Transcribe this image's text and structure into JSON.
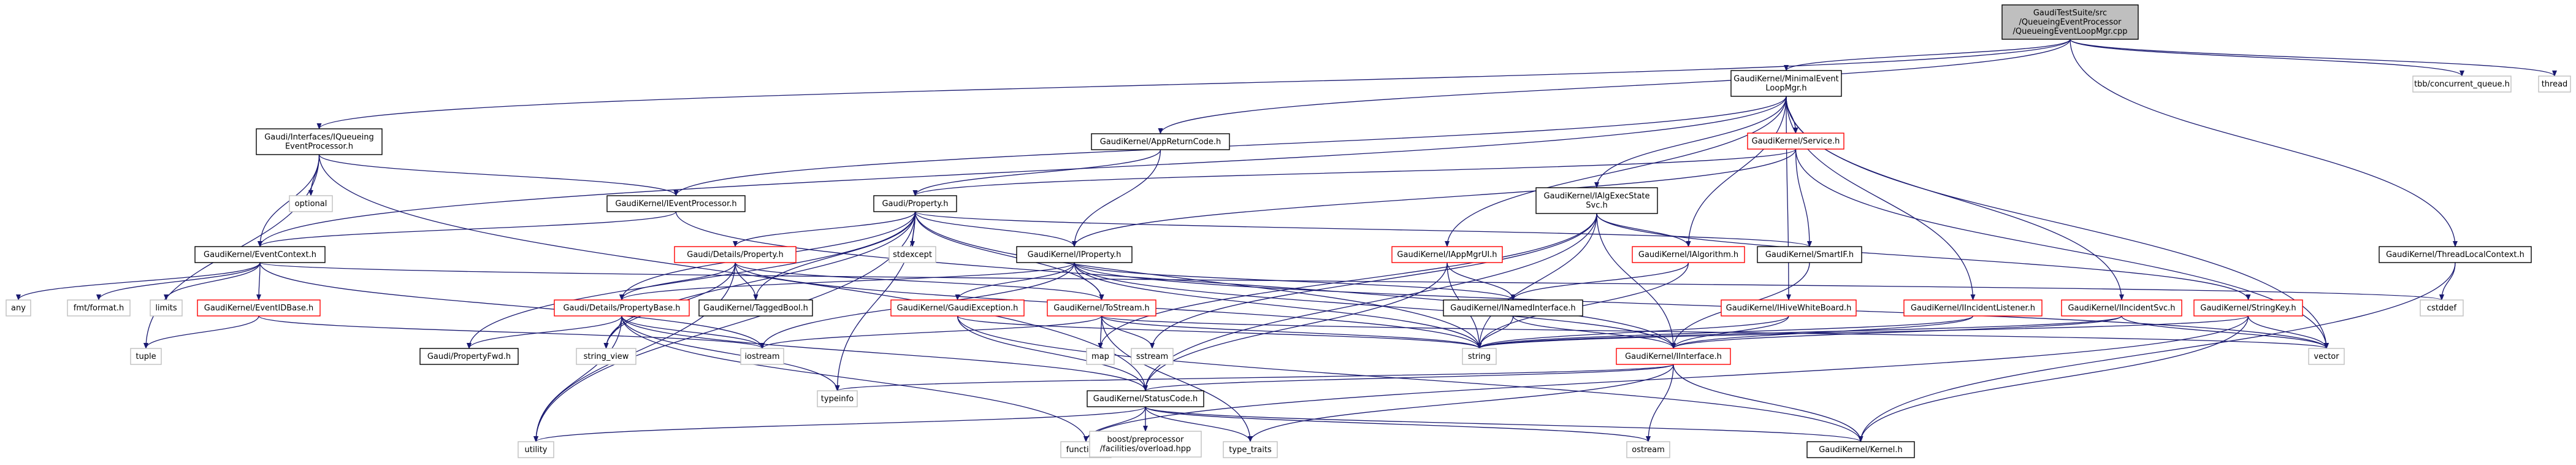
{
  "graph": {
    "colors": {
      "edge": "#191970",
      "root_fill": "#bfbfbf",
      "root_border": "#000000",
      "normal_border": "#000000",
      "truncated_border": "#ff0000",
      "leaf_border": "#bfbfbf",
      "text": "#000000"
    },
    "nodes": [
      {
        "id": "root",
        "kind": "root",
        "lines": [
          "GaudiTestSuite/src",
          "/QueueingEventProcessor",
          "/QueueingEventLoopMgr.cpp"
        ]
      },
      {
        "id": "iqueueing",
        "kind": "normal",
        "lines": [
          "Gaudi/Interfaces/IQueueing",
          "EventProcessor.h"
        ]
      },
      {
        "id": "appreturncode",
        "kind": "normal",
        "lines": [
          "GaudiKernel/AppReturnCode.h"
        ]
      },
      {
        "id": "minimaleventloop",
        "kind": "normal",
        "lines": [
          "GaudiKernel/MinimalEvent",
          "LoopMgr.h"
        ]
      },
      {
        "id": "tbbqueue",
        "kind": "leaf",
        "lines": [
          "tbb/concurrent_queue.h"
        ]
      },
      {
        "id": "thread",
        "kind": "leaf",
        "lines": [
          "thread"
        ]
      },
      {
        "id": "optional",
        "kind": "leaf",
        "lines": [
          "optional"
        ]
      },
      {
        "id": "ieventprocessor",
        "kind": "normal",
        "lines": [
          "GaudiKernel/IEventProcessor.h"
        ]
      },
      {
        "id": "service",
        "kind": "truncated",
        "lines": [
          "GaudiKernel/Service.h"
        ]
      },
      {
        "id": "property",
        "kind": "normal",
        "lines": [
          "Gaudi/Property.h"
        ]
      },
      {
        "id": "ialgexecstate",
        "kind": "normal",
        "lines": [
          "GaudiKernel/IAlgExecState",
          "Svc.h"
        ]
      },
      {
        "id": "threadlocal",
        "kind": "normal",
        "lines": [
          "GaudiKernel/ThreadLocalContext.h"
        ]
      },
      {
        "id": "eventcontext",
        "kind": "normal",
        "lines": [
          "GaudiKernel/EventContext.h"
        ]
      },
      {
        "id": "detailsproperty",
        "kind": "truncated",
        "lines": [
          "Gaudi/Details/Property.h"
        ]
      },
      {
        "id": "stdexcept",
        "kind": "leaf",
        "lines": [
          "stdexcept"
        ]
      },
      {
        "id": "iproperty",
        "kind": "normal",
        "lines": [
          "GaudiKernel/IProperty.h"
        ]
      },
      {
        "id": "iappmgrui",
        "kind": "truncated",
        "lines": [
          "GaudiKernel/IAppMgrUI.h"
        ]
      },
      {
        "id": "ialgorithm",
        "kind": "truncated",
        "lines": [
          "GaudiKernel/IAlgorithm.h"
        ]
      },
      {
        "id": "smartif",
        "kind": "normal",
        "lines": [
          "GaudiKernel/SmartIF.h"
        ]
      },
      {
        "id": "any",
        "kind": "leaf",
        "lines": [
          "any"
        ]
      },
      {
        "id": "fmtformat",
        "kind": "leaf",
        "lines": [
          "fmt/format.h"
        ]
      },
      {
        "id": "limits",
        "kind": "leaf",
        "lines": [
          "limits"
        ]
      },
      {
        "id": "ieventobase",
        "kind": "truncated",
        "lines": [
          "GaudiKernel/EventIDBase.h"
        ]
      },
      {
        "id": "propertybase",
        "kind": "truncated",
        "lines": [
          "Gaudi/Details/PropertyBase.h"
        ]
      },
      {
        "id": "taggedbool",
        "kind": "normal",
        "lines": [
          "GaudiKernel/TaggedBool.h"
        ]
      },
      {
        "id": "gaudiexception",
        "kind": "truncated",
        "lines": [
          "GaudiKernel/GaudiException.h"
        ]
      },
      {
        "id": "tostream",
        "kind": "truncated",
        "lines": [
          "GaudiKernel/ToStream.h"
        ]
      },
      {
        "id": "inamedinterface",
        "kind": "normal",
        "lines": [
          "GaudiKernel/INamedInterface.h"
        ]
      },
      {
        "id": "ihivewhiteboard",
        "kind": "truncated",
        "lines": [
          "GaudiKernel/IHiveWhiteBoard.h"
        ]
      },
      {
        "id": "iincidentlistener",
        "kind": "truncated",
        "lines": [
          "GaudiKernel/IIncidentListener.h"
        ]
      },
      {
        "id": "iincidentsvc",
        "kind": "truncated",
        "lines": [
          "GaudiKernel/IIncidentSvc.h"
        ]
      },
      {
        "id": "stringkey",
        "kind": "truncated",
        "lines": [
          "GaudiKernel/StringKey.h"
        ]
      },
      {
        "id": "cstddef",
        "kind": "leaf",
        "lines": [
          "cstddef"
        ]
      },
      {
        "id": "tuple",
        "kind": "leaf",
        "lines": [
          "tuple"
        ]
      },
      {
        "id": "propertyfwd",
        "kind": "normal",
        "lines": [
          "Gaudi/PropertyFwd.h"
        ]
      },
      {
        "id": "stringview",
        "kind": "leaf",
        "lines": [
          "string_view"
        ]
      },
      {
        "id": "iostream",
        "kind": "leaf",
        "lines": [
          "iostream"
        ]
      },
      {
        "id": "map",
        "kind": "leaf",
        "lines": [
          "map"
        ]
      },
      {
        "id": "sstream",
        "kind": "leaf",
        "lines": [
          "sstream"
        ]
      },
      {
        "id": "string",
        "kind": "leaf",
        "lines": [
          "string"
        ]
      },
      {
        "id": "iinterface",
        "kind": "truncated",
        "lines": [
          "GaudiKernel/IInterface.h"
        ]
      },
      {
        "id": "vector",
        "kind": "leaf",
        "lines": [
          "vector"
        ]
      },
      {
        "id": "typeinfo",
        "kind": "leaf",
        "lines": [
          "typeinfo"
        ]
      },
      {
        "id": "statuscode",
        "kind": "normal",
        "lines": [
          "GaudiKernel/StatusCode.h"
        ]
      },
      {
        "id": "utility",
        "kind": "leaf",
        "lines": [
          "utility"
        ]
      },
      {
        "id": "functional",
        "kind": "leaf",
        "lines": [
          "functional"
        ]
      },
      {
        "id": "boostpp",
        "kind": "leaf",
        "lines": [
          "boost/preprocessor",
          "/facilities/overload.hpp"
        ]
      },
      {
        "id": "typetraits",
        "kind": "leaf",
        "lines": [
          "type_traits"
        ]
      },
      {
        "id": "ostream",
        "kind": "leaf",
        "lines": [
          "ostream"
        ]
      },
      {
        "id": "kernel",
        "kind": "normal",
        "lines": [
          "GaudiKernel/Kernel.h"
        ]
      }
    ],
    "edges": [
      [
        "root",
        "iqueueing"
      ],
      [
        "root",
        "appreturncode"
      ],
      [
        "root",
        "minimaleventloop"
      ],
      [
        "root",
        "tbbqueue"
      ],
      [
        "root",
        "thread"
      ],
      [
        "root",
        "threadlocal"
      ],
      [
        "iqueueing",
        "optional"
      ],
      [
        "iqueueing",
        "ieventprocessor"
      ],
      [
        "iqueueing",
        "eventcontext"
      ],
      [
        "iqueueing",
        "statuscode"
      ],
      [
        "iqueueing",
        "tuple"
      ],
      [
        "appreturncode",
        "property"
      ],
      [
        "appreturncode",
        "iproperty"
      ],
      [
        "minimaleventloop",
        "ieventprocessor"
      ],
      [
        "minimaleventloop",
        "service"
      ],
      [
        "minimaleventloop",
        "eventcontext"
      ],
      [
        "minimaleventloop",
        "ialgexecstate"
      ],
      [
        "minimaleventloop",
        "iappmgrui"
      ],
      [
        "minimaleventloop",
        "ialgorithm"
      ],
      [
        "minimaleventloop",
        "ihivewhiteboard"
      ],
      [
        "minimaleventloop",
        "iincidentlistener"
      ],
      [
        "minimaleventloop",
        "iincidentsvc"
      ],
      [
        "minimaleventloop",
        "vector"
      ],
      [
        "ieventprocessor",
        "eventcontext"
      ],
      [
        "ieventprocessor",
        "iinterface"
      ],
      [
        "service",
        "property"
      ],
      [
        "service",
        "iproperty"
      ],
      [
        "service",
        "smartif"
      ],
      [
        "service",
        "vector"
      ],
      [
        "property",
        "detailsproperty"
      ],
      [
        "property",
        "propertybase"
      ],
      [
        "property",
        "propertyfwd"
      ],
      [
        "property",
        "taggedbool"
      ],
      [
        "property",
        "stdexcept"
      ],
      [
        "property",
        "tostream"
      ],
      [
        "property",
        "iproperty"
      ],
      [
        "property",
        "string"
      ],
      [
        "property",
        "stringview"
      ],
      [
        "property",
        "typeinfo"
      ],
      [
        "property",
        "utility"
      ],
      [
        "property",
        "smartif"
      ],
      [
        "ialgexecstate",
        "ialgorithm"
      ],
      [
        "ialgexecstate",
        "statuscode"
      ],
      [
        "ialgexecstate",
        "iinterface"
      ],
      [
        "ialgexecstate",
        "stringkey"
      ],
      [
        "ialgexecstate",
        "string"
      ],
      [
        "ialgexecstate",
        "map"
      ],
      [
        "ialgexecstate",
        "sstream"
      ],
      [
        "threadlocal",
        "cstddef"
      ],
      [
        "threadlocal",
        "kernel"
      ],
      [
        "eventcontext",
        "any"
      ],
      [
        "eventcontext",
        "fmtformat"
      ],
      [
        "eventcontext",
        "limits"
      ],
      [
        "eventcontext",
        "ieventobase"
      ],
      [
        "eventcontext",
        "cstddef"
      ],
      [
        "eventcontext",
        "iostream"
      ],
      [
        "detailsproperty",
        "propertybase"
      ],
      [
        "detailsproperty",
        "taggedbool"
      ],
      [
        "detailsproperty",
        "tostream"
      ],
      [
        "detailsproperty",
        "string"
      ],
      [
        "detailsproperty",
        "stringview"
      ],
      [
        "detailsproperty",
        "utility"
      ],
      [
        "iproperty",
        "propertybase"
      ],
      [
        "iproperty",
        "gaudiexception"
      ],
      [
        "iproperty",
        "tostream"
      ],
      [
        "iproperty",
        "inamedinterface"
      ],
      [
        "iproperty",
        "iinterface"
      ],
      [
        "iproperty",
        "string"
      ],
      [
        "iproperty",
        "vector"
      ],
      [
        "iproperty",
        "iostream"
      ],
      [
        "iappmgrui",
        "inamedinterface"
      ],
      [
        "iappmgrui",
        "statuscode"
      ],
      [
        "iappmgrui",
        "string"
      ],
      [
        "ialgorithm",
        "inamedinterface"
      ],
      [
        "ialgorithm",
        "string"
      ],
      [
        "smartif",
        "iinterface"
      ],
      [
        "ieventobase",
        "tuple"
      ],
      [
        "ieventobase",
        "iostream"
      ],
      [
        "propertybase",
        "propertyfwd"
      ],
      [
        "propertybase",
        "iostream"
      ],
      [
        "propertybase",
        "stringview"
      ],
      [
        "propertybase",
        "typeinfo"
      ],
      [
        "propertybase",
        "utility"
      ],
      [
        "propertybase",
        "statuscode"
      ],
      [
        "propertybase",
        "functional"
      ],
      [
        "gaudiexception",
        "statuscode"
      ],
      [
        "gaudiexception",
        "kernel"
      ],
      [
        "gaudiexception",
        "string"
      ],
      [
        "tostream",
        "iostream"
      ],
      [
        "tostream",
        "map"
      ],
      [
        "tostream",
        "sstream"
      ],
      [
        "tostream",
        "string"
      ],
      [
        "tostream",
        "typetraits"
      ],
      [
        "tostream",
        "vector"
      ],
      [
        "inamedinterface",
        "string"
      ],
      [
        "inamedinterface",
        "iinterface"
      ],
      [
        "ihivewhiteboard",
        "iinterface"
      ],
      [
        "ihivewhiteboard",
        "string"
      ],
      [
        "iincidentlistener",
        "iinterface"
      ],
      [
        "iincidentlistener",
        "string"
      ],
      [
        "iincidentsvc",
        "iinterface"
      ],
      [
        "iincidentsvc",
        "string"
      ],
      [
        "iincidentsvc",
        "vector"
      ],
      [
        "stringkey",
        "kernel"
      ],
      [
        "stringkey",
        "string"
      ],
      [
        "stringkey",
        "vector"
      ],
      [
        "stringkey",
        "functional"
      ],
      [
        "iinterface",
        "statuscode"
      ],
      [
        "iinterface",
        "kernel"
      ],
      [
        "iinterface",
        "typeinfo"
      ],
      [
        "iinterface",
        "ostream"
      ],
      [
        "iinterface",
        "typetraits"
      ],
      [
        "statuscode",
        "boostpp"
      ],
      [
        "statuscode",
        "kernel"
      ],
      [
        "statuscode",
        "functional"
      ],
      [
        "statuscode",
        "ostream"
      ],
      [
        "statuscode",
        "typetraits"
      ],
      [
        "statuscode",
        "utility"
      ]
    ]
  }
}
